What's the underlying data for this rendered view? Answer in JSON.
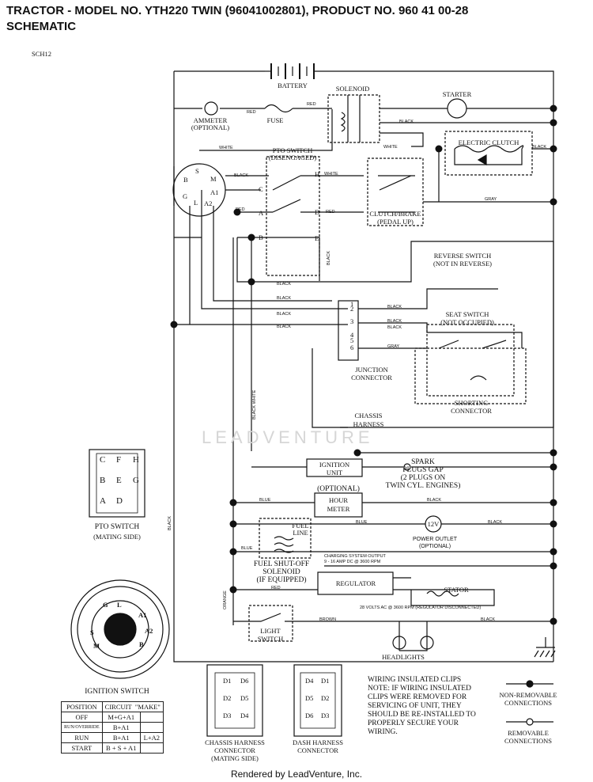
{
  "header": {
    "title": "TRACTOR - MODEL NO. YTH220 TWIN (96041002801), PRODUCT NO. 960 41 00-28",
    "subtitle": "SCHEMATIC",
    "code": "SCH12"
  },
  "components": {
    "battery": "BATTERY",
    "solenoid": "SOLENOID",
    "starter": "STARTER",
    "ammeter": "AMMETER",
    "ammeter_opt": "(OPTIONAL)",
    "fuse": "FUSE",
    "pto_switch": "PTO SWITCH",
    "pto_state": "(DISENGAGED)",
    "electric_clutch": "ELECTRIC CLUTCH",
    "clutch_brake": "CLUTCH/BRAKE",
    "clutch_state": "(PEDAL UP)",
    "reverse_switch": "REVERSE SWITCH",
    "reverse_state": "(NOT IN REVERSE)",
    "seat_switch": "SEAT SWITCH",
    "seat_state": "(NOT OCCUPIED)",
    "junction_1": "JUNCTION",
    "junction_2": "CONNECTOR",
    "shorting_1": "SHORTING",
    "shorting_2": "CONNECTOR",
    "chassis_1": "CHASSIS",
    "chassis_2": "HARNESS",
    "ignition_unit_1": "IGNITION",
    "ignition_unit_2": "UNIT",
    "spark_1": "SPARK",
    "spark_2": "PLUGS GAP",
    "spark_3": "(2 PLUGS ON",
    "spark_4": "TWIN CYL. ENGINES)",
    "optional": "(OPTIONAL)",
    "hour_1": "HOUR",
    "hour_2": "METER",
    "outlet_v": "12V",
    "outlet_1": "POWER OUTLET",
    "outlet_2": "(OPTIONAL)",
    "fuel_line_1": "FUEL",
    "fuel_line_2": "LINE",
    "fuel_sol_1": "FUEL SHUT-OFF",
    "fuel_sol_2": "SOLENOID",
    "fuel_sol_3": "(IF EQUIPPED)",
    "charging_1": "CHARGING SYSTEM OUTPUT",
    "charging_2": "9 - 16 AMP DC @ 3600 RPM",
    "regulator": "REGULATOR",
    "stator": "STATOR",
    "ac_note": "28 VOLTS AC @ 3600 RPM (REGULATOR DISCONNECTED)",
    "light_1": "LIGHT",
    "light_2": "SWITCH",
    "headlights": "HEADLIGHTS"
  },
  "wires": {
    "red": "RED",
    "black": "BLACK",
    "white": "WHITE",
    "gray": "GRAY",
    "blue": "BLUE",
    "brown": "BROWN",
    "orange": "ORANGE",
    "black_white": "BLACK WHITE"
  },
  "terminals": [
    "S",
    "B",
    "M",
    "G",
    "L",
    "A1",
    "A2",
    "C",
    "A",
    "B",
    "H",
    "D",
    "E",
    "1",
    "2",
    "3",
    "4",
    "5",
    "6"
  ],
  "pto_mating": {
    "title": "PTO SWITCH",
    "subtitle": "(MATING SIDE)",
    "pins": [
      "C",
      "F",
      "H",
      "B",
      "E",
      "G",
      "A",
      "D"
    ]
  },
  "ignition": {
    "title": "IGNITION SWITCH",
    "pins": [
      "G",
      "L",
      "A1",
      "A2",
      "S",
      "B",
      "M"
    ],
    "table": {
      "headers": [
        "POSITION",
        "CIRCUIT",
        "\"MAKE\""
      ],
      "rows": [
        [
          "OFF",
          "M+G+A1",
          ""
        ],
        [
          "RUN/OVERRIDE",
          "B+A1",
          ""
        ],
        [
          "RUN",
          "B+A1",
          "L+A2"
        ],
        [
          "START",
          "B + S + A1",
          ""
        ]
      ]
    }
  },
  "connectors": {
    "chassis": [
      "CHASSIS HARNESS",
      "CONNECTOR",
      "(MATING SIDE)"
    ],
    "dash": [
      "DASH HARNESS",
      "CONNECTOR"
    ],
    "chassis_pins": [
      "D1",
      "D2",
      "D3",
      "D4",
      "D5",
      "D6"
    ],
    "dash_pins": [
      "D4",
      "D5",
      "D6",
      "D1",
      "D2",
      "D3"
    ]
  },
  "note": {
    "title": "WIRING INSULATED CLIPS",
    "lines": [
      "NOTE:  IF WIRING INSULATED",
      "CLIPS WERE REMOVED FOR",
      "SERVICING OF UNIT, THEY",
      "SHOULD BE RE-INSTALLED TO",
      "PROPERLY SECURE YOUR",
      "WIRING."
    ]
  },
  "legend": {
    "nonremovable": [
      "NON-REMOVABLE",
      "CONNECTIONS"
    ],
    "removable": [
      "REMOVABLE",
      "CONNECTIONS"
    ]
  },
  "watermark": "LEADVENTURE",
  "footer": "Rendered by LeadVenture, Inc."
}
